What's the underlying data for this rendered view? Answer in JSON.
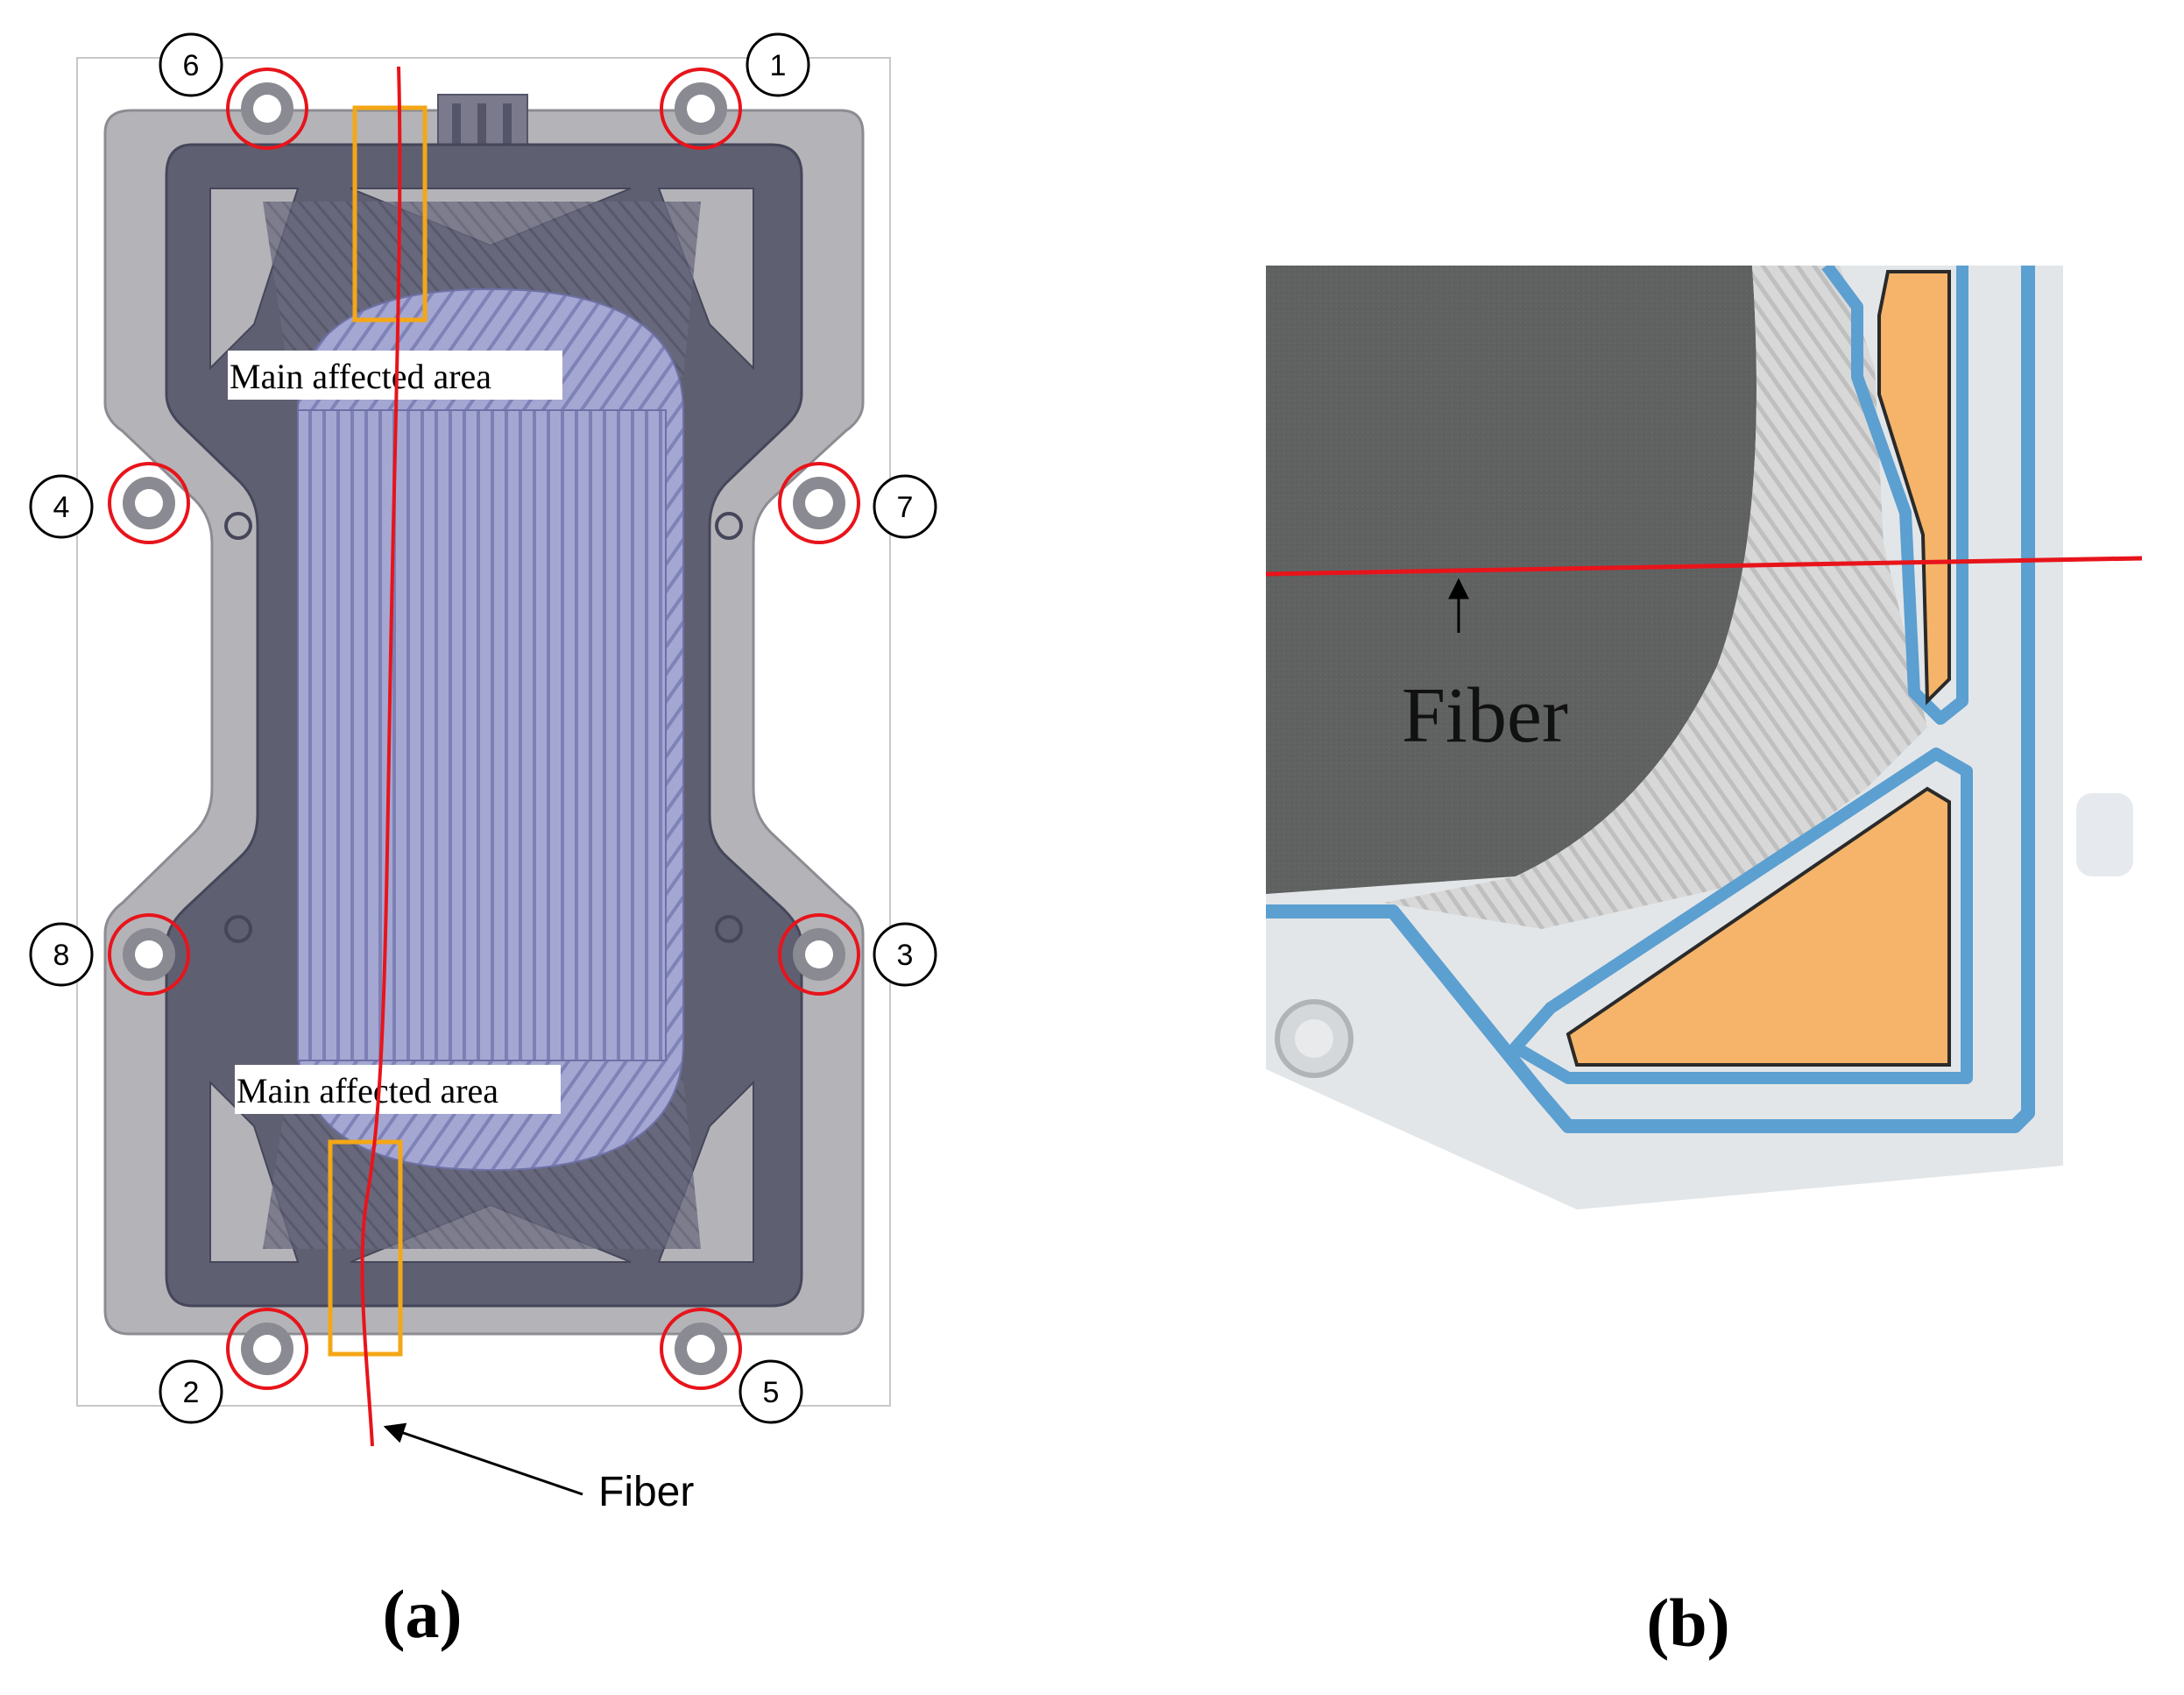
{
  "panel_a": {
    "label": "(a)",
    "fiber_label": "Fiber",
    "area_label_top": "Main affected area",
    "area_label_bottom": "Main affected area",
    "bolt_numbers": [
      "1",
      "2",
      "3",
      "4",
      "5",
      "6",
      "7",
      "8"
    ]
  },
  "panel_b": {
    "label": "(b)",
    "fiber_label": "Fiber"
  },
  "colors": {
    "fiber": "#e8141b",
    "bolt_ring": "#e8141b",
    "highlight_box": "#f4a716",
    "frame_light": "#b4b4b8",
    "frame_dark": "#5f5f72",
    "flow_field": "#9ea2cc",
    "gasket_blue": "#5c9fd1",
    "orange_fill": "#f5b469",
    "gdl_gray": "#5e6060"
  }
}
